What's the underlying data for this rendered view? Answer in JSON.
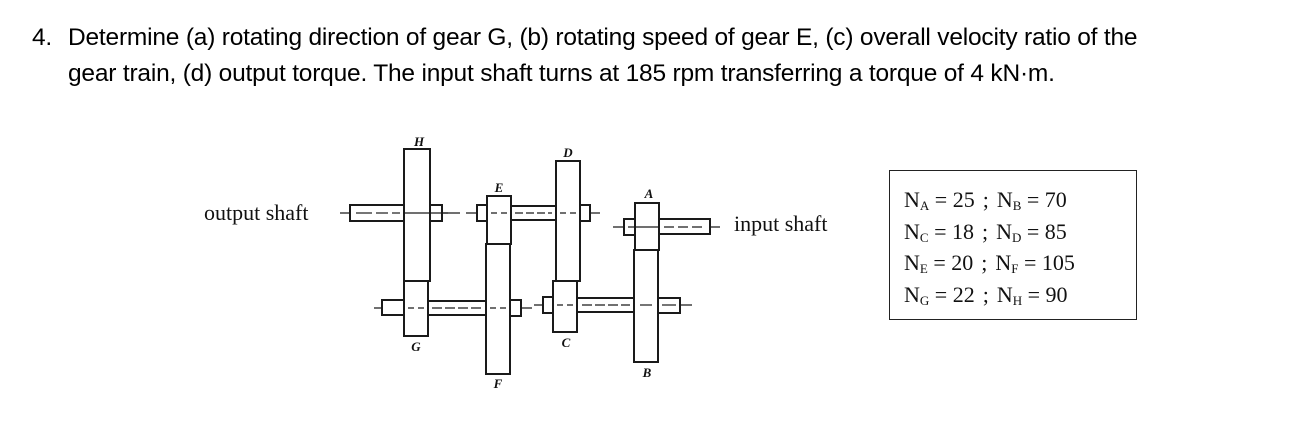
{
  "question": {
    "number": "4.",
    "line1": "Determine (a) rotating direction of gear G, (b) rotating speed of gear E, (c) overall velocity ratio of the",
    "line2": "gear train, (d) output torque. The input shaft turns at 185 rpm transferring a torque of 4 kN·m."
  },
  "diagram": {
    "output_shaft_label": "output shaft",
    "input_shaft_label": "input shaft",
    "gear_labels": {
      "A": "A",
      "B": "B",
      "C": "C",
      "D": "D",
      "E": "E",
      "F": "F",
      "G": "G",
      "H": "H"
    }
  },
  "teeth_table": {
    "rows": [
      {
        "left": {
          "symbol": "N",
          "sub": "A",
          "value": "= 25"
        },
        "sep": ";",
        "right": {
          "symbol": "N",
          "sub": "B",
          "value": "= 70"
        }
      },
      {
        "left": {
          "symbol": "N",
          "sub": "C",
          "value": "= 18"
        },
        "sep": ";",
        "right": {
          "symbol": "N",
          "sub": "D",
          "value": "= 85"
        }
      },
      {
        "left": {
          "symbol": "N",
          "sub": "E",
          "value": "= 20"
        },
        "sep": ";",
        "right": {
          "symbol": "N",
          "sub": "F",
          "value": "= 105"
        }
      },
      {
        "left": {
          "symbol": "N",
          "sub": "G",
          "value": "= 22"
        },
        "sep": ";",
        "right": {
          "symbol": "N",
          "sub": "H",
          "value": "= 90"
        }
      }
    ]
  }
}
